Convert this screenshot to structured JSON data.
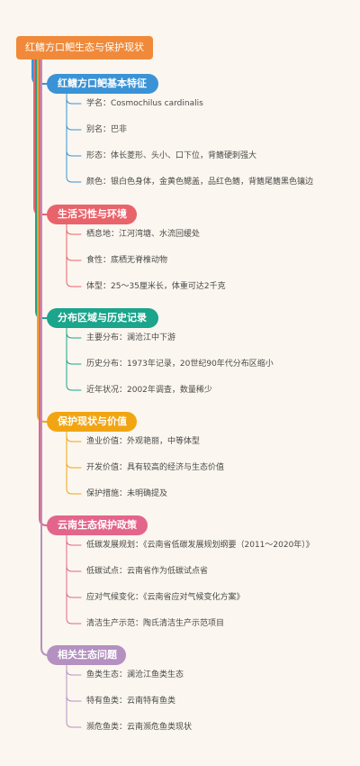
{
  "root": {
    "title": "红鳍方口鲃生态与保护现状",
    "color": "#f08a3a"
  },
  "branches": [
    {
      "label": "红鳍方口鲃基本特征",
      "color": "#3a93d6",
      "items": [
        "学名：Cosmochilus cardinalis",
        "别名：巴非",
        "形态：体长菱形、头小、口下位，背鳍硬刺强大",
        "颜色：银白色身体，金黄色鳃盖，品红色鳍，背鳍尾鳍黑色镶边"
      ]
    },
    {
      "label": "生活习性与环境",
      "color": "#e9636b",
      "items": [
        "栖息地：江河湾塘、水流回缓处",
        "食性：底栖无脊椎动物",
        "体型：25～35厘米长，体重可达2千克"
      ]
    },
    {
      "label": "分布区域与历史记录",
      "color": "#1aa58c",
      "items": [
        "主要分布：澜沧江中下游",
        "历史分布：1973年记录，20世纪90年代分布区缩小",
        "近年状况：2002年调查，数量稀少"
      ]
    },
    {
      "label": "保护现状与价值",
      "color": "#f2a512",
      "items": [
        "渔业价值：外观艳丽，中等体型",
        "开发价值：具有较高的经济与生态价值",
        "保护措施：未明确提及"
      ]
    },
    {
      "label": "云南生态保护政策",
      "color": "#e3658b",
      "items": [
        "低碳发展规划：《云南省低碳发展规划纲要（2011～2020年）》",
        "低碳试点：云南省作为低碳试点省",
        "应对气候变化：《云南省应对气候变化方案》",
        "清洁生产示范：陶氏清洁生产示范项目"
      ]
    },
    {
      "label": "相关生态问题",
      "color": "#b491c0",
      "items": [
        "鱼类生态：澜沧江鱼类生态",
        "特有鱼类：云南特有鱼类",
        "濒危鱼类：云南濒危鱼类现状"
      ]
    }
  ]
}
